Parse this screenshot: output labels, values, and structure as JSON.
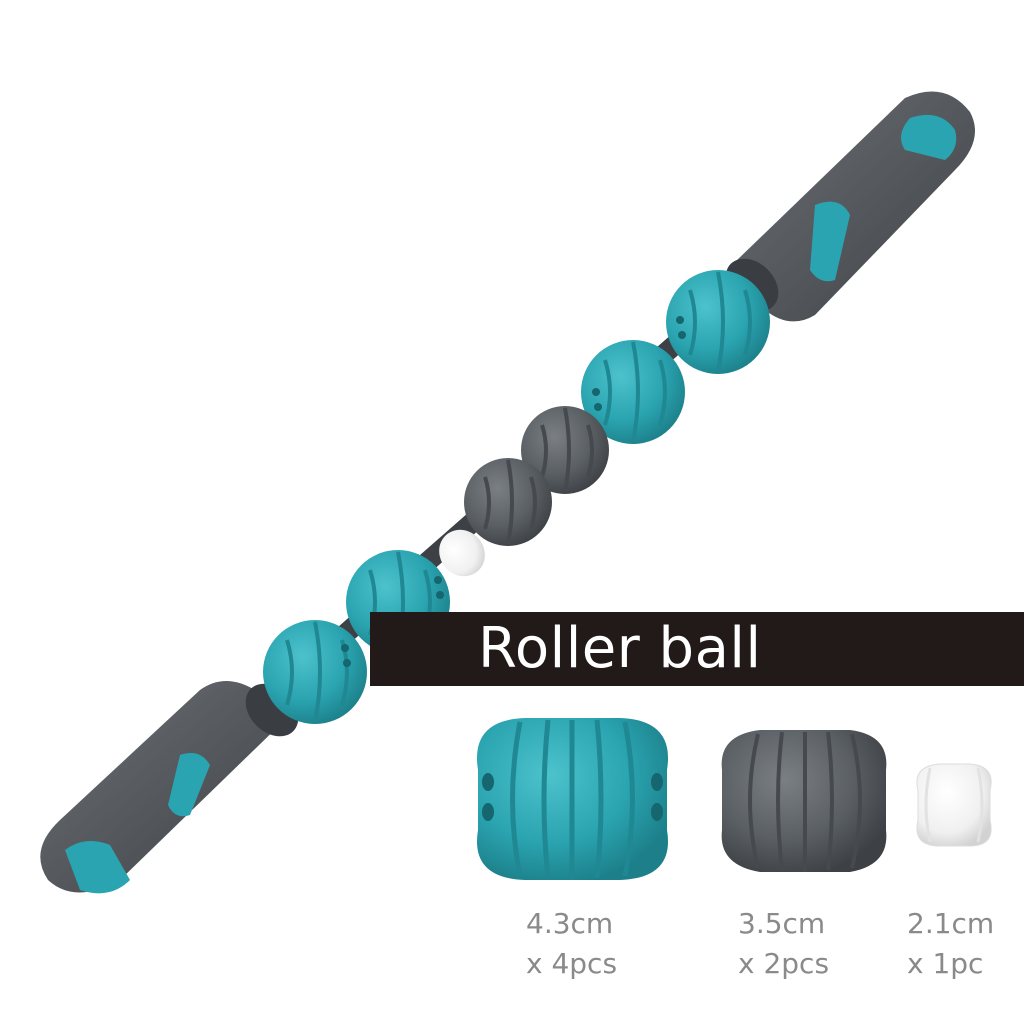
{
  "title": "Roller ball",
  "balls": [
    {
      "id": "large",
      "size": "4.3cm",
      "quantity": "x 4pcs",
      "color": "#2aa4b0"
    },
    {
      "id": "medium",
      "size": "3.5cm",
      "quantity": "x 2pcs",
      "color": "#5a6066"
    },
    {
      "id": "small",
      "size": "2.1cm",
      "quantity": "x 1pc",
      "color": "#f2f2f2"
    }
  ],
  "colors": {
    "teal": "#2aa4b0",
    "dark_gray": "#55595d",
    "banner": "#221a19",
    "caption": "#8a8a8a"
  },
  "icons": [
    "massage-stick-icon",
    "large-ball-icon",
    "medium-ball-icon",
    "small-ball-icon"
  ]
}
